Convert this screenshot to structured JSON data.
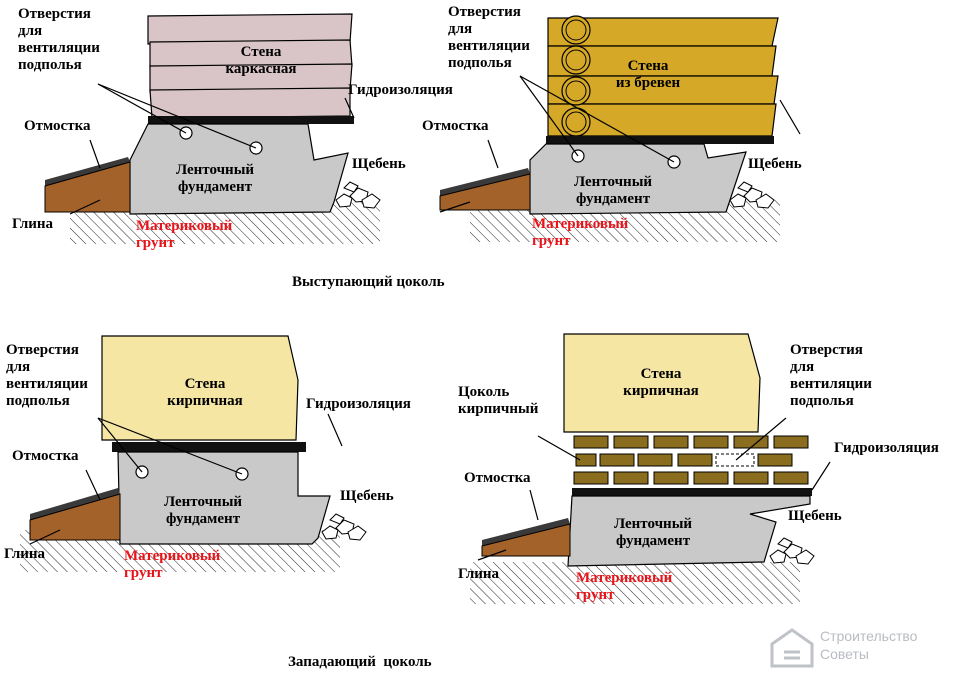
{
  "captions": {
    "protruding": "Выступающий цоколь",
    "recessed": "Западающий  цоколь"
  },
  "watermark": {
    "line1": "Строительство",
    "line2": "Советы"
  },
  "labels": {
    "vent_holes": "Отверстия\nдля\nвентиляции\nподполья",
    "otmostka": "Отмостка",
    "glina": "Глина",
    "mater_grunt": "Материковый\nгрунт",
    "lent_fund": "Ленточный\nфундамент",
    "shcheben": "Щебень",
    "gidroizol": "Гидроизоляция",
    "wall_frame": "Стена\nкаркасная",
    "wall_logs": "Стена\nиз бревен",
    "wall_brick": "Стена\nкирпичная",
    "tsokol_brick": "Цоколь\nкирпичный"
  },
  "colors": {
    "frame_wall": "#d9c5c8",
    "log_wall": "#d5a927",
    "brick_wall": "#f6e6a4",
    "brick": "#8a6d1f",
    "foundation": "#c9c9c9",
    "clay": "#a3622a",
    "label_red": "#e8141a"
  }
}
